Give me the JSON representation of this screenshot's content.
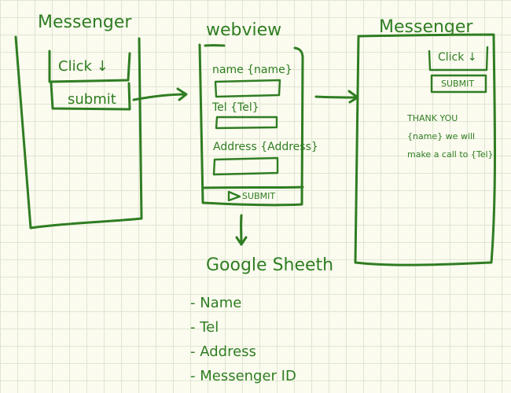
{
  "colors": {
    "ink": "#2f7d22",
    "paper": "#fbfbef",
    "grid": "#dfe6d2"
  },
  "screens": {
    "messenger_left": {
      "title": "Messenger",
      "click_label": "Click",
      "arrow_icon": "arrow-down-icon",
      "submit_label": "submit"
    },
    "webview": {
      "title": "webview",
      "name_label": "name {name}",
      "tel_label": "Tel {Tel}",
      "address_label": "Address {Address}",
      "submit_label": "SUBMIT",
      "play_icon": "play-icon"
    },
    "messenger_right": {
      "title": "Messenger",
      "click_label": "Click",
      "arrow_icon": "arrow-down-icon",
      "submit_label": "SUBMIT",
      "message": "THANK YOU {name} we will make a call to {Tel}"
    }
  },
  "google_sheets": {
    "title": "Google Sheeth",
    "fields": [
      "Name",
      "Tel",
      "Address",
      "Messenger ID"
    ]
  }
}
